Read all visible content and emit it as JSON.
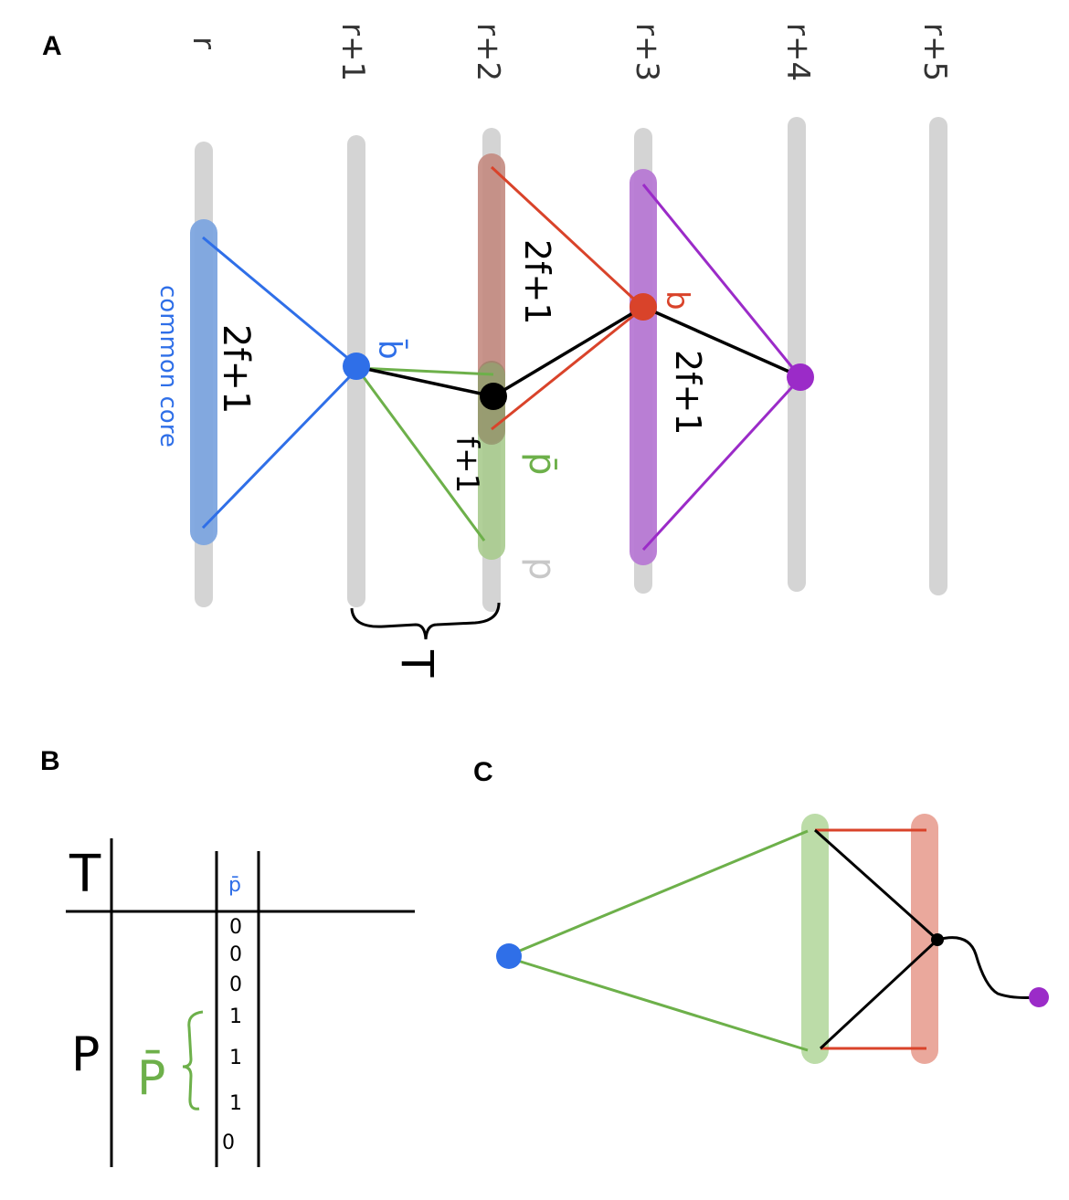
{
  "panels": {
    "a": "A",
    "b": "B",
    "c": "C"
  },
  "panel_a": {
    "rounds": [
      "r",
      "r+1",
      "r+2",
      "r+3",
      "r+4",
      "r+5"
    ],
    "common_core": "common core",
    "threshold_2f1": "2f+1",
    "threshold_f1": "f+1",
    "label_b_bar": "b̄",
    "label_b": "b",
    "label_p_bar": "p̄",
    "label_p": "p",
    "brace_T": "T"
  },
  "panel_b": {
    "row_T": "T",
    "row_P": "P",
    "column_header": "p̄",
    "subset_label": "P̄",
    "column_values": [
      "0",
      "0",
      "0",
      "1",
      "1",
      "1",
      "0"
    ]
  },
  "colors": {
    "gray_round": "#d4d4d4",
    "blue": "#2f6fe8",
    "blue_band": "#7ea6e0",
    "red": "#d9432a",
    "red_band": "#e08a7a",
    "green": "#6db04a",
    "green_band": "#a9d38a",
    "purple": "#9b2bc8",
    "purple_band": "#b87ad4",
    "black": "#000000"
  }
}
